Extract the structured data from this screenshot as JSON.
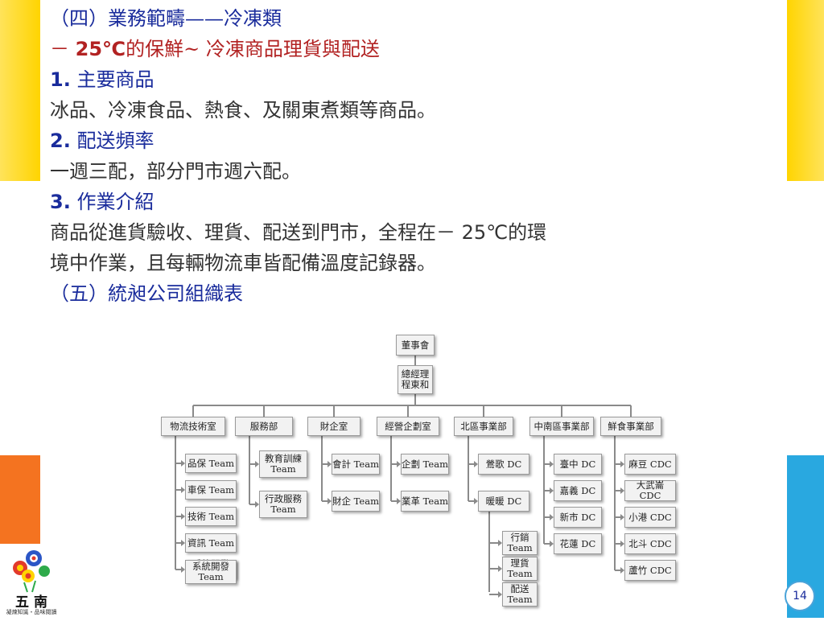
{
  "colors": {
    "yellow": "#ffd400",
    "orange": "#f47320",
    "blue": "#29a8e0",
    "heading": "#1a2c9c",
    "accent": "#b22222",
    "body_text": "#333333"
  },
  "content": {
    "l1": "（四）業務範疇——冷凍類",
    "l2_dash": "－ ",
    "l2_temp": "25℃",
    "l2_rest": "的保鮮~ 冷凍商品理貨與配送",
    "l3_num": "1.",
    "l3_text": " 主要商品",
    "l4": "冰品、冷凍食品、熱食、及關東煮類等商品。",
    "l5_num": "2.",
    "l5_text": " 配送頻率",
    "l6": "一週三配，部分門市週六配。",
    "l7_num": "3.",
    "l7_text": " 作業介紹",
    "l8_a": "商品從進貨驗收、理貨、配送到門市，全程在－ ",
    "l8_temp": "25℃",
    "l8_b": "的環",
    "l9": "境中作業，且每輛物流車皆配備溫度記錄器。",
    "l10": "（五）統昶公司組織表"
  },
  "org": {
    "top": "董事會",
    "gm": [
      "總經理",
      "程東和"
    ],
    "depts": [
      "物流技術室",
      "服務部",
      "財企室",
      "經營企劃室",
      "北區事業部",
      "中南區事業部",
      "鮮食事業部"
    ],
    "logistics": [
      "品保 Team",
      "車保 Team",
      "技術 Team",
      "資訊 Team",
      [
        "系統開發",
        "Team"
      ]
    ],
    "service": [
      [
        "教育訓練",
        "Team"
      ],
      [
        "行政服務",
        "Team"
      ]
    ],
    "finance": [
      "會計 Team",
      "財企 Team"
    ],
    "planning": [
      "企劃 Team",
      "業革 Team"
    ],
    "north": [
      "鶯歌 DC",
      "暖暖 DC"
    ],
    "north_sub": [
      [
        "行銷",
        "Team"
      ],
      [
        "理貨",
        "Team"
      ],
      [
        "配送",
        "Team"
      ]
    ],
    "south": [
      "臺中 DC",
      "嘉義 DC",
      "新市 DC",
      "花蓮 DC"
    ],
    "fresh": [
      "麻豆 CDC",
      [
        "大武崙",
        "CDC"
      ],
      "小港 CDC",
      "北斗 CDC",
      "蘆竹 CDC"
    ]
  },
  "logo": {
    "label": "五 南",
    "tagline": "凝煉知識・品味閱讀"
  },
  "page_number": "14"
}
